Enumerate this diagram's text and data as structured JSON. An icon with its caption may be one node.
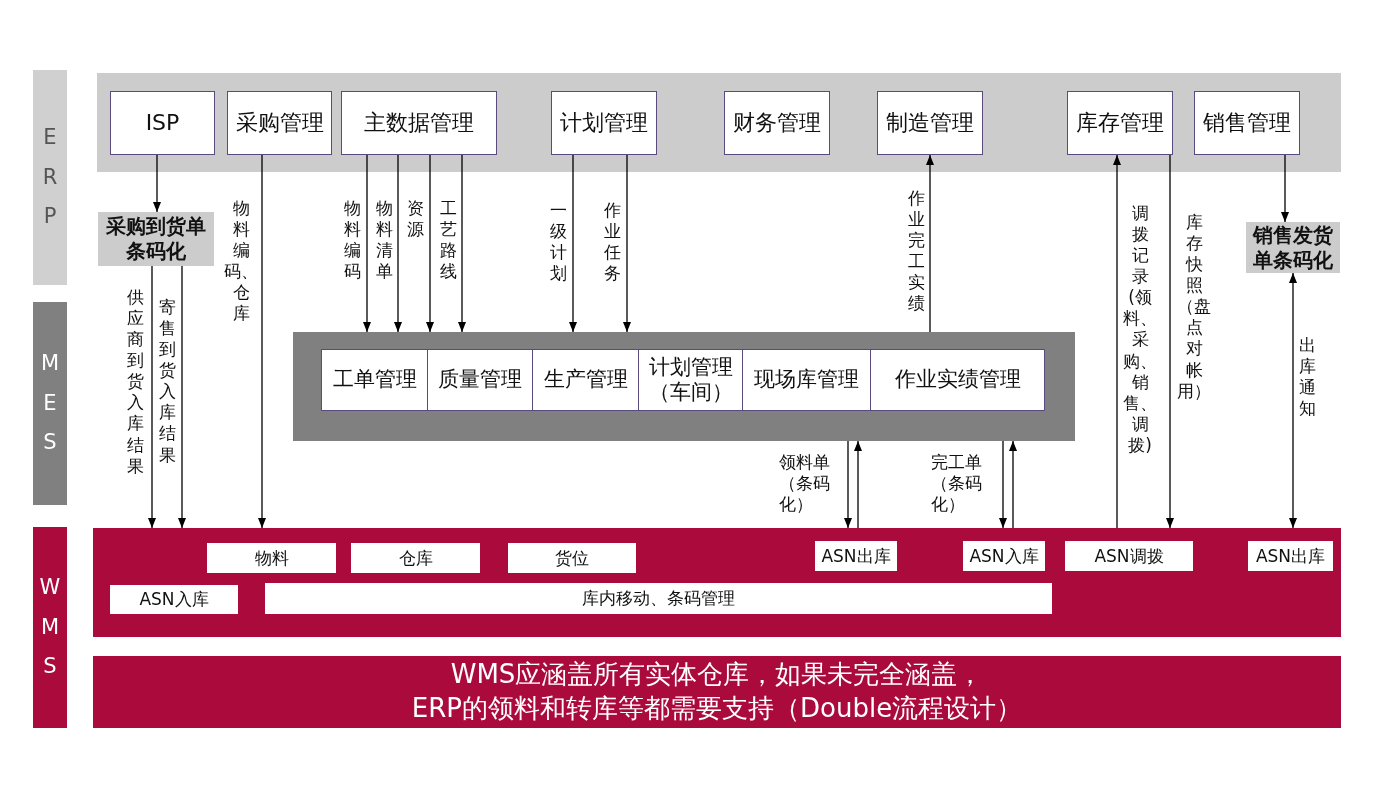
{
  "diagram": {
    "nodes": [
      {
        "text": [
          "ERP"
        ]
      },
      {
        "text": [],
        "shape": "box"
      },
      {
        "text": [
          "ISP"
        ],
        "in": 1
      },
      {
        "text": [
          "采购管理"
        ],
        "in": 1
      },
      {
        "text": [
          "主数据管理"
        ],
        "in": 1
      },
      {
        "text": [
          "计划管理"
        ],
        "in": 1
      },
      {
        "text": [
          "财务管理"
        ],
        "in": 1
      },
      {
        "text": [
          "制造管理"
        ],
        "in": 1
      },
      {
        "text": [
          "库存管理"
        ],
        "in": 1
      },
      {
        "text": [
          "销售管理"
        ],
        "in": 1
      },
      {
        "text": [
          "采购到货单条码化"
        ]
      },
      {
        "text": [
          "销售发货单条码化"
        ]
      },
      {
        "text": [
          "MES"
        ]
      },
      {
        "text": [],
        "shape": "box"
      },
      {
        "text": [
          "工单管理"
        ],
        "in": 13
      },
      {
        "text": [
          "质量管理"
        ],
        "in": 13
      },
      {
        "text": [
          "生产管理"
        ],
        "in": 13
      },
      {
        "text": [
          "计划管理（车间）"
        ],
        "in": 13
      },
      {
        "text": [
          "现场库管理"
        ],
        "in": 13
      },
      {
        "text": [
          "作业实绩管理"
        ],
        "in": 13
      },
      {
        "text": [
          "WMS"
        ]
      },
      {
        "text": [],
        "shape": "box"
      },
      {
        "text": [
          "物料"
        ],
        "in": 21
      },
      {
        "text": [
          "仓库"
        ],
        "in": 21
      },
      {
        "text": [
          "货位"
        ],
        "in": 21
      },
      {
        "text": [
          "ASN出库"
        ],
        "in": 21
      },
      {
        "text": [
          "ASN入库"
        ],
        "in": 21
      },
      {
        "text": [
          "ASN调拨"
        ],
        "in": 21
      },
      {
        "text": [
          "ASN出库"
        ],
        "in": 21
      },
      {
        "text": [
          "ASN入库"
        ],
        "in": 21
      },
      {
        "text": [
          "库内移动、条码管理"
        ],
        "in": 21
      },
      {
        "text": [
          "WMS应涵盖所有实体仓库，如果未完全涵盖，ERP的领料和转库等都需要支持（Double流程设计）"
        ]
      }
    ],
    "edges": [
      {
        "from": 2,
        "to": 10,
        "arrow": "to"
      },
      {
        "from": 10,
        "to": 21,
        "arrow": "to",
        "label": "供应商到货入库结果"
      },
      {
        "from": 10,
        "to": 21,
        "arrow": "to",
        "label": "寄售到货入库结果"
      },
      {
        "from": 3,
        "to": 21,
        "arrow": "to",
        "label": "物料编码、仓库"
      },
      {
        "from": 4,
        "to": 13,
        "arrow": "to",
        "label": "物料编码"
      },
      {
        "from": 4,
        "to": 13,
        "arrow": "to",
        "label": "物料清单"
      },
      {
        "from": 4,
        "to": 13,
        "arrow": "to",
        "label": "资源"
      },
      {
        "from": 4,
        "to": 13,
        "arrow": "to",
        "label": "工艺路线"
      },
      {
        "from": 5,
        "to": 13,
        "arrow": "to",
        "label": "一级计划"
      },
      {
        "from": 5,
        "to": 13,
        "arrow": "to",
        "label": "作业任务"
      },
      {
        "from": 13,
        "to": 7,
        "arrow": "to",
        "label": "作业完工实绩"
      },
      {
        "from": 21,
        "to": 8,
        "arrow": "to",
        "label": "调拨记录(领料、采购、销售、调拨)"
      },
      {
        "from": 8,
        "to": 21,
        "arrow": "to",
        "label": "库存快照（盘点对帐用）"
      },
      {
        "from": 9,
        "to": 11,
        "arrow": "to"
      },
      {
        "from": 11,
        "to": 21,
        "arrow": "both",
        "label": "出库通知"
      },
      {
        "from": 13,
        "to": 21,
        "arrow": "to",
        "label": "领料单（条码化）"
      },
      {
        "from": 21,
        "to": 13,
        "arrow": "to"
      },
      {
        "from": 13,
        "to": 21,
        "arrow": "to",
        "label": "完工单（条码化）"
      },
      {
        "from": 21,
        "to": 13,
        "arrow": "to"
      }
    ]
  }
}
